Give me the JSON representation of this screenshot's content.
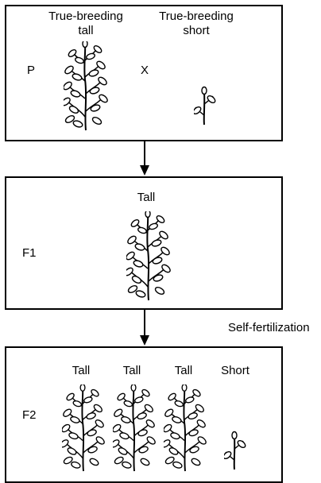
{
  "parental": {
    "generation_label": "P",
    "cross_symbol": "X",
    "tall_label_line1": "True-breeding",
    "tall_label_line2": "tall",
    "short_label_line1": "True-breeding",
    "short_label_line2": "short"
  },
  "f1": {
    "generation_label": "F1",
    "phenotype_label": "Tall"
  },
  "between_f1_f2": {
    "process_label": "Self-fertilization"
  },
  "f2": {
    "generation_label": "F2",
    "phenotypes": [
      "Tall",
      "Tall",
      "Tall",
      "Short"
    ]
  }
}
